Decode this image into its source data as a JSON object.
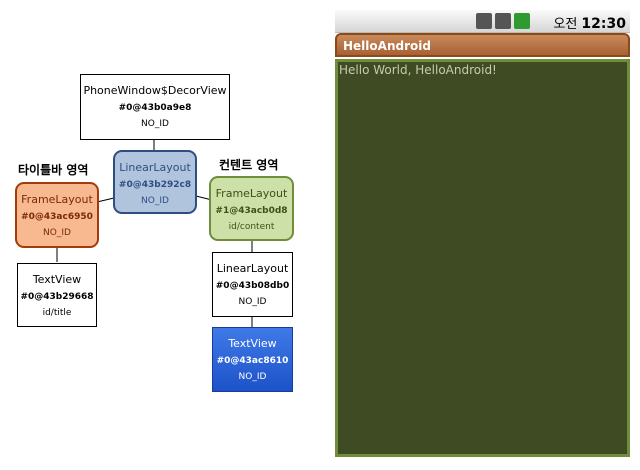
{
  "hierarchy": {
    "decor_view": {
      "class": "PhoneWindow$DecorView",
      "hash": "#0@43b0a9e8",
      "id": "NO_ID"
    },
    "linear_layout": {
      "class": "LinearLayout",
      "hash": "#0@43b292c8",
      "id": "NO_ID"
    },
    "title_frame": {
      "class": "FrameLayout",
      "hash": "#0@43ac6950",
      "id": "NO_ID"
    },
    "title_text": {
      "class": "TextView",
      "hash": "#0@43b29668",
      "id": "id/title"
    },
    "content_frame": {
      "class": "FrameLayout",
      "hash": "#1@43acb0d8",
      "id": "id/content"
    },
    "inner_linear": {
      "class": "LinearLayout",
      "hash": "#0@43b08db0",
      "id": "NO_ID"
    },
    "hello_text": {
      "class": "TextView",
      "hash": "#0@43ac8610",
      "id": "NO_ID"
    }
  },
  "labels": {
    "title_region": "타이틀바 영역",
    "content_region": "컨텐트 영역"
  },
  "phone": {
    "status_time_prefix": "오전",
    "status_time": "12:30",
    "title": "HelloAndroid",
    "content_text": "Hello World, HelloAndroid!"
  },
  "colors": {
    "title_bar": "#a86134",
    "content_bg": "#3f4b22",
    "content_border": "#6e8e3c",
    "highlight_blue": "#2e4e82"
  }
}
